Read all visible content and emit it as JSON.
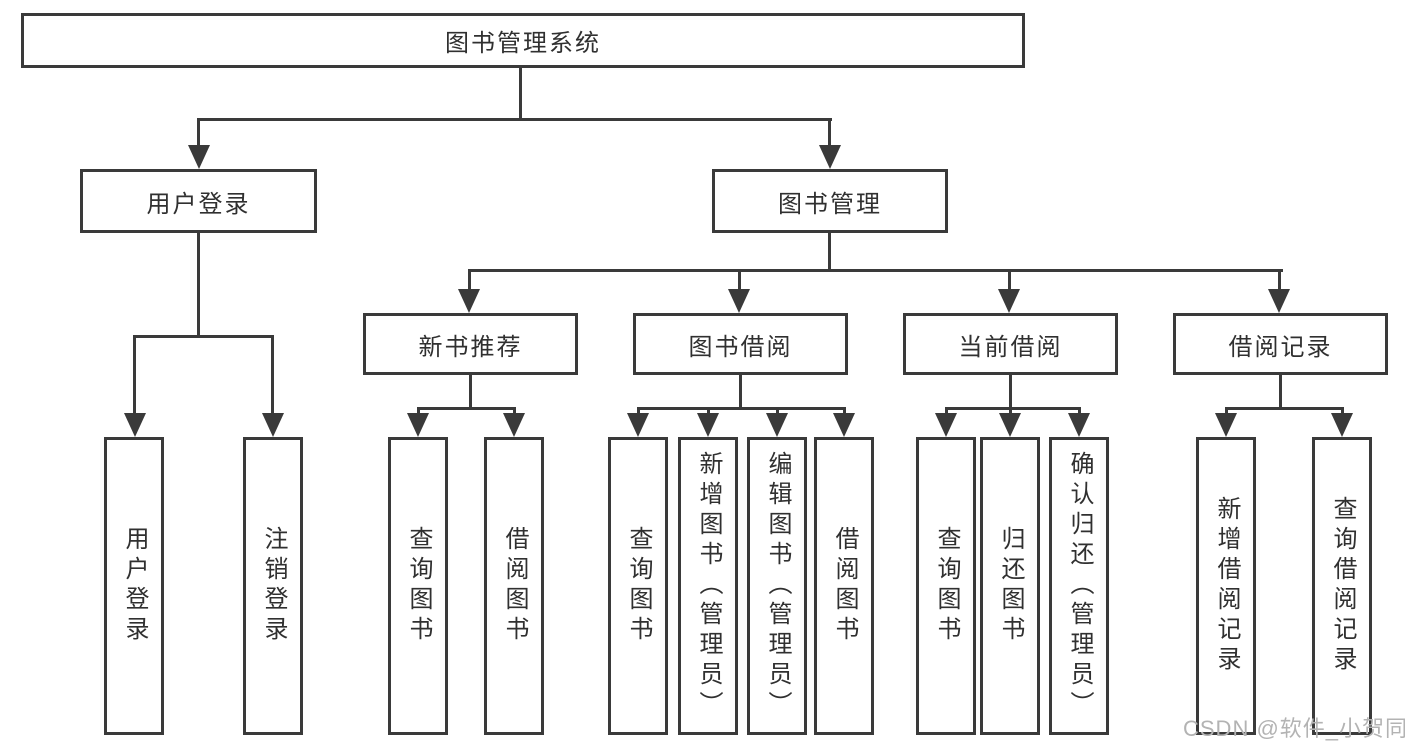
{
  "diagram": {
    "type": "hierarchy-tree",
    "watermark": "CSDN @软件_小贺同学",
    "colors": {
      "background": "#ffffff",
      "box_fill": "#ffffff",
      "box_border": "#3a3a3a",
      "connector": "#3a3a3a",
      "text": "#303030",
      "watermark_text": "#b3b3b3"
    },
    "tree": {
      "label": "图书管理系统",
      "children": [
        {
          "label": "用户登录",
          "children": [
            {
              "label": "用户登录"
            },
            {
              "label": "注销登录"
            }
          ]
        },
        {
          "label": "图书管理",
          "children": [
            {
              "label": "新书推荐",
              "children": [
                {
                  "label": "查询图书"
                },
                {
                  "label": "借阅图书"
                }
              ]
            },
            {
              "label": "图书借阅",
              "children": [
                {
                  "label": "查询图书"
                },
                {
                  "label": "新增图书（管理员）"
                },
                {
                  "label": "编辑图书（管理员）"
                },
                {
                  "label": "借阅图书"
                }
              ]
            },
            {
              "label": "当前借阅",
              "children": [
                {
                  "label": "查询图书"
                },
                {
                  "label": "归还图书"
                },
                {
                  "label": "确认归还（管理员）"
                }
              ]
            },
            {
              "label": "借阅记录",
              "children": [
                {
                  "label": "新增借阅记录"
                },
                {
                  "label": "查询借阅记录"
                }
              ]
            }
          ]
        }
      ]
    }
  }
}
